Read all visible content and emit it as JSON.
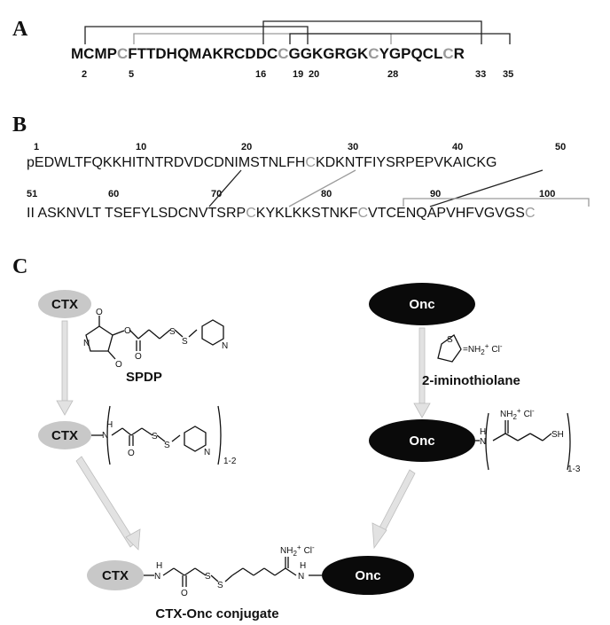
{
  "panels": {
    "a": {
      "label": "A",
      "seq_segments": [
        {
          "text": "MCMP",
          "color": "#111111"
        },
        {
          "text": "C",
          "color": "#9a9a9a"
        },
        {
          "text": "FTTDHQMAKR",
          "color": "#111111"
        },
        {
          "text": "CDDC",
          "color": "#111111"
        },
        {
          "text": "C",
          "color": "#9a9a9a"
        },
        {
          "text": "GGKGRGK",
          "color": "#111111"
        },
        {
          "text": "C",
          "color": "#9a9a9a"
        },
        {
          "text": "YGPQCL",
          "color": "#111111"
        },
        {
          "text": "C",
          "color": "#9a9a9a"
        },
        {
          "text": "R",
          "color": "#111111"
        }
      ],
      "numbers": [
        "2",
        "5",
        "16",
        "19",
        "20",
        "28",
        "33",
        "35"
      ]
    },
    "b": {
      "label": "B",
      "line1_segments": [
        {
          "text": "pEDWLTFQKKHITNTRDVD",
          "color": "#111111"
        },
        {
          "text": "C",
          "color": "#111111"
        },
        {
          "text": "DNIMSTNLFH",
          "color": "#111111"
        },
        {
          "text": "C",
          "color": "#9a9a9a"
        },
        {
          "text": "KDKNTFIYSRPEPVKAI",
          "color": "#111111"
        },
        {
          "text": "C",
          "color": "#111111"
        },
        {
          "text": "KG",
          "color": "#111111"
        }
      ],
      "line2_segments": [
        {
          "text": "II",
          "color": "#111111"
        },
        {
          "text": " ASKNVLT TSEFYLSD",
          "color": "#111111"
        },
        {
          "text": "C",
          "color": "#111111"
        },
        {
          "text": "NVTSRP",
          "color": "#111111"
        },
        {
          "text": "C",
          "color": "#9a9a9a"
        },
        {
          "text": "KYKLKKSTNKF",
          "color": "#111111"
        },
        {
          "text": "C",
          "color": "#9a9a9a"
        },
        {
          "text": "VT",
          "color": "#111111"
        },
        {
          "text": "C",
          "color": "#111111"
        },
        {
          "text": "ENQAPVHFVGVGS",
          "color": "#111111"
        },
        {
          "text": "C",
          "color": "#9a9a9a"
        }
      ],
      "line1_numbers": [
        "1",
        "10",
        "20",
        "30",
        "40",
        "50"
      ],
      "line2_numbers": [
        "51",
        "60",
        "70",
        "80",
        "90",
        "100"
      ]
    },
    "c": {
      "label": "C",
      "ctx": "CTX",
      "onc": "Onc",
      "spdp": "SPDP",
      "iminothiolane": "2-iminothiolane",
      "conjugate": "CTX-Onc conjugate",
      "subscript_ctx": "1-2",
      "subscript_onc": "1-3",
      "atoms": {
        "o": "O",
        "n": "N",
        "h": "H",
        "s": "S",
        "sh": "SH",
        "nh2": "NH",
        "two": "2",
        "plus": "+",
        "cl": "Cl",
        "minus": "-",
        "iminium": "=NH",
        "nh2_amidine": "NH"
      }
    }
  },
  "colors": {
    "ink": "#111111",
    "gray_cys": "#9a9a9a",
    "ctx_fill": "#c8c8c8",
    "onc_fill": "#0a0a0a",
    "arrow_fill": "#d8d8d8"
  }
}
